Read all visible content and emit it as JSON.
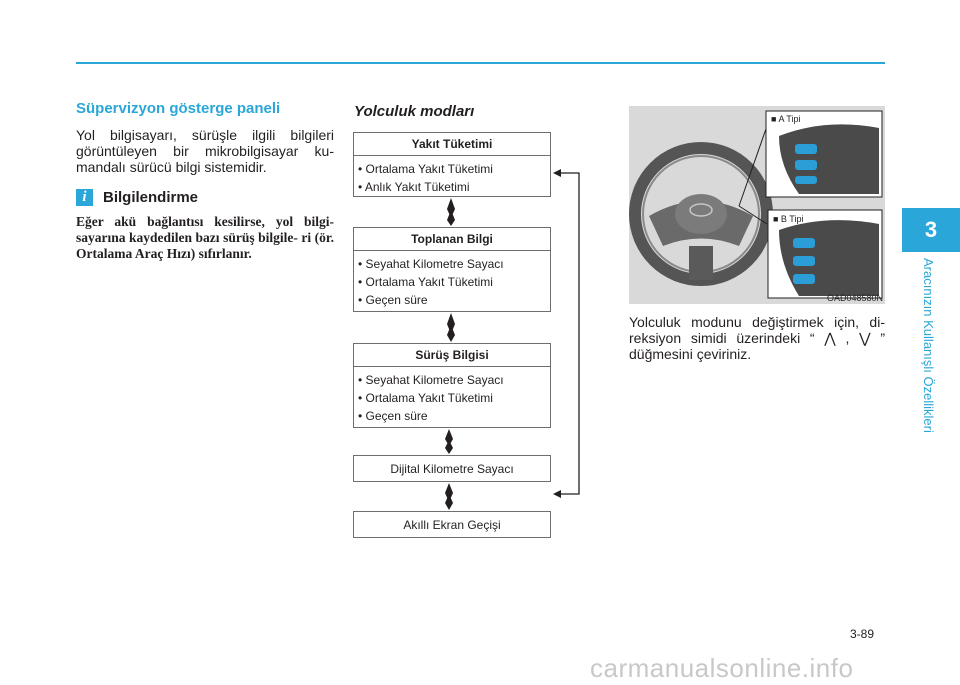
{
  "chapter": {
    "number": "3",
    "title": "Aracınızın Kullanışlı Özellikleri"
  },
  "left_column": {
    "heading": "Süpervizyon gösterge paneli",
    "paragraph": "Yol bilgisayarı, sürüşle ilgili bilgileri görüntüleyen bir mikrobilgisayar ku- mandalı sürücü bilgi sistemidir.",
    "info_icon": "i",
    "info_title": "Bilgilendirme",
    "info_text": "Eğer akü bağlantısı kesilirse, yol bilgi- sayarına kaydedilen bazı sürüş bilgile- ri (ör. Ortalama Araç Hızı) sıfırlanır."
  },
  "modes": {
    "title": "Yolculuk modları",
    "fuel": {
      "title": "Yakıt Tüketimi",
      "items": [
        "• Ortalama Yakıt Tüketimi",
        "• Anlık Yakıt Tüketimi"
      ]
    },
    "accumulated": {
      "title": "Toplanan Bilgi",
      "items": [
        "• Seyahat Kilometre Sayacı",
        "• Ortalama Yakıt Tüketimi",
        "• Geçen süre"
      ]
    },
    "drive": {
      "title": "Sürüş Bilgisi",
      "items": [
        "• Seyahat Kilometre Sayacı",
        "• Ortalama Yakıt Tüketimi",
        "• Geçen süre"
      ]
    },
    "odometer": "Dijital Kilometre Sayacı",
    "smart": "Akıllı Ekran Geçişi"
  },
  "figure": {
    "type_a": "■ A Tipi",
    "type_b": "■ B Tipi",
    "code": "OAD048580N"
  },
  "right_column": {
    "paragraph": "Yolculuk modunu değiştirmek için, di- reksiyon simidi üzerindeki “ ⋀ , ⋁ ” düğmesini çeviriniz."
  },
  "page_number": "3-89",
  "watermark": "carmanualsonline.info"
}
